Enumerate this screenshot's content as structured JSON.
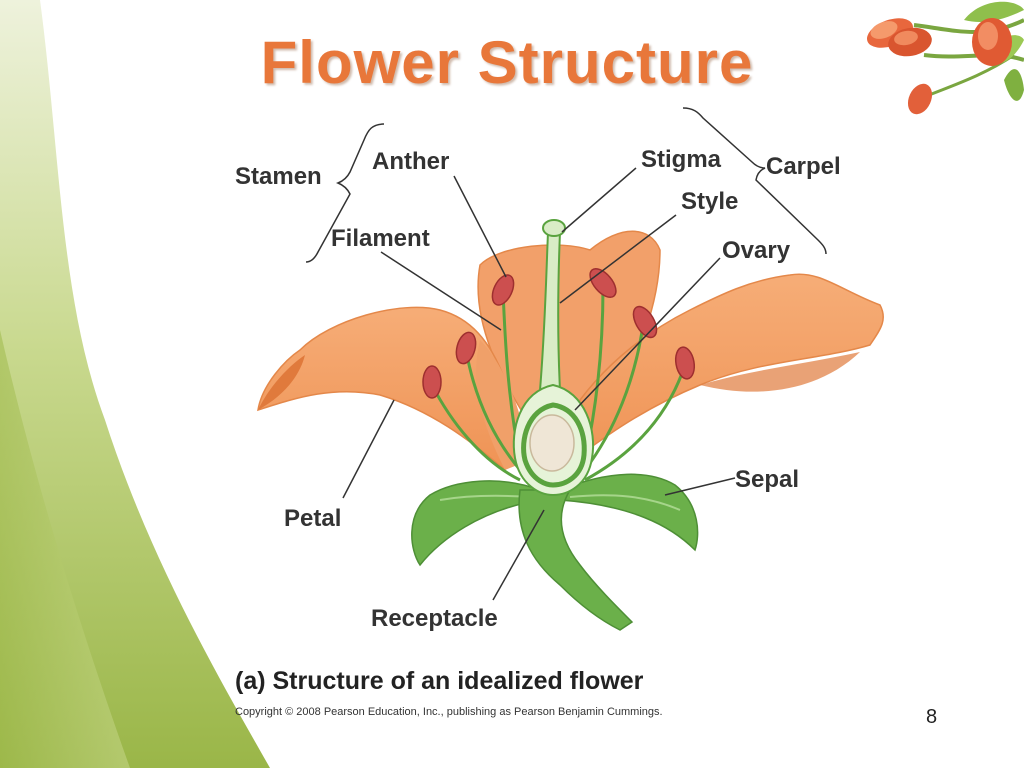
{
  "slide": {
    "title": "Flower Structure",
    "page_number": "8"
  },
  "diagram": {
    "labels": {
      "stamen": "Stamen",
      "anther": "Anther",
      "filament": "Filament",
      "stigma": "Stigma",
      "carpel": "Carpel",
      "style": "Style",
      "ovary": "Ovary",
      "petal": "Petal",
      "sepal": "Sepal",
      "receptacle": "Receptacle"
    },
    "caption": "(a) Structure of an idealized flower",
    "copyright": "Copyright © 2008 Pearson Education, Inc., publishing as Pearson Benjamin Cummings."
  },
  "colors": {
    "title": "#e8773a",
    "petal": "#f4a46b",
    "petal_dark": "#e07a3c",
    "stem": "#5aa33f",
    "anther": "#c84a4a",
    "background_band": "#a7bf55"
  }
}
